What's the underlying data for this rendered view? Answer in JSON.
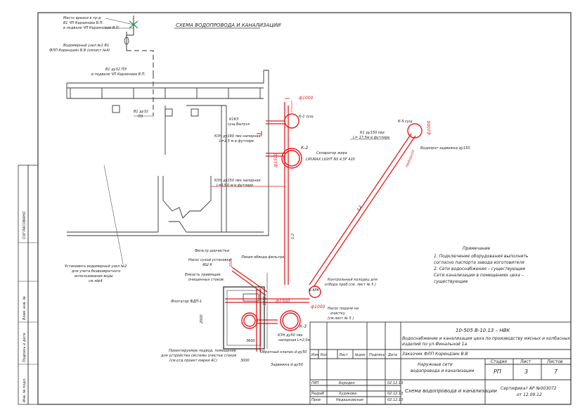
{
  "title": "СХЕМА ВОДОПРОВОДА И КАНАЛИЗАЦИИ",
  "top_notes": {
    "tie_in": [
      "Место врезки в тр-д",
      "В1 ЧП Карзинова В.П.",
      "в подвале ЧП Карзиновой В.П."
    ],
    "meter_unit": [
      "Водомерный узел №1 В1",
      "ФЛП Корендзин В.В (смлист №4)"
    ],
    "b1_pipe": [
      "В1 ду32 ПЭ",
      "в подвале ЧП Карзинова В.П."
    ],
    "b1_inlet": [
      "В1 ду32",
      "ПЭ"
    ]
  },
  "network_labels": {
    "k1k3": [
      "К1К3",
      "сущ.Выпуск"
    ],
    "k1_exist": "К-1 сущ",
    "phi1000_top": "ф1000",
    "k2": "К-2",
    "separator": [
      "Сепаратор жира",
      "LIPURAX LIGHT NS 4,5F 420"
    ],
    "ksn_a": [
      "К3Н ду160 пвх напорная",
      "L=2,5 м в футляре"
    ],
    "ksn_b": [
      "К3Н ду150 пвх напорная",
      "L=13,0 м в футляре"
    ],
    "phi1500_left": "ф1500",
    "k5": "К-5 сущ",
    "k1_pipe": [
      "К1 ду150 пвх",
      "L= 17,5м в футляре"
    ],
    "valve": "Водопрот задвижка ду150",
    "phi1000_right": "ф1000",
    "slope": "Нейлон10",
    "len_a": "1,2",
    "len_b": "1,2"
  },
  "left_notes": {
    "meter2": [
      "Установить водомерный узел №2",
      "для учета безвозвратного",
      "использования воды",
      "см.л№4"
    ],
    "filter": "Фильтр доочистки",
    "bypass": "Линия обвода фильтра",
    "pump": [
      "Насос сухой установки",
      "ЯШ К"
    ],
    "tank": [
      "Емкость приёмщик",
      "очищенных стоков"
    ],
    "flotator": "Флотатор ФДП-1",
    "k4rk": "К-4РК",
    "control_well": [
      "Контрольный колодец для",
      "отбора проб (см. лист № 5 )"
    ],
    "pump_cleaning": [
      "Насос подачи на",
      "очистку",
      "(см.лист № 5 )"
    ],
    "phi1500_low": "ф1500",
    "phi1000_low": "ф1000",
    "k3": "К-3",
    "ksn_low": [
      "К3Н ду50 пвх",
      "напорная L=2,0м"
    ],
    "check_valve": "Обратный клапан d-ду50",
    "gate_valve": "Задвижка d-ду50",
    "designed": [
      "Проектируемое подвод. помещение",
      "для устройства системы очистки стоков",
      "(см.отд.проект марки АС)"
    ],
    "dim_2000": "2000",
    "dim_3000": "3000",
    "dim_3600": "3600",
    "dim_2000b": "2000",
    "dim_1200": "1200"
  },
  "notes": {
    "heading": "Примечание",
    "lines": [
      "1. Подключение оборудования выполнить",
      "согласно паспорта завода изготовителя",
      "2. Сети водоснабжения – существующие",
      "Сети канализации в помещениях цеха –",
      "существующие"
    ]
  },
  "side_stamp": {
    "agreed": "СОГЛАСОВАНО",
    "inv_orig": "Инв. № подл.",
    "sign_date": "Подпись и дата",
    "inv_dup": "Взам. инв. №"
  },
  "title_block": {
    "code": "10-505 В-10.13 – НВК",
    "project": [
      "Водоснабжение и канализация цеха по производству мясных и колбасных",
      "изделий по ул.Финальной 1а",
      "Заказчик   ФЛП Корендзин В.В"
    ],
    "cols": [
      "Изм",
      "Кол",
      "Лист",
      "№док",
      "Подпись",
      "Дата"
    ],
    "section": [
      "Наружные сети",
      "водопровода и канализации"
    ],
    "stage_h": "Стадия",
    "sheet_h": "Лист",
    "sheets_h": "Листов",
    "stage": "РП",
    "sheet": "3",
    "sheets": "7",
    "gip": "ГИП",
    "gip_name": "Бородин",
    "gip_date": "02.12.13",
    "dev": "Разраб",
    "dev_name": "Худякова",
    "dev_date": "02.12.13",
    "chk": "Пров",
    "chk_name": "Недашковская",
    "chk_date": "02.12.13",
    "drawing": "Схема водопровода и канализации",
    "cert": [
      "Сертификат АР №003072",
      "от 12.09.12"
    ]
  },
  "colors": {
    "pipe": "#e41b1b",
    "line": "#333333"
  }
}
